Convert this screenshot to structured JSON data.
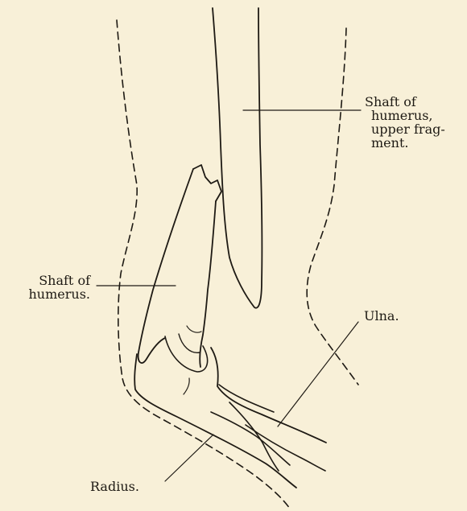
{
  "colors": {
    "paper": "#f8f0d8",
    "ink": "#1e1a14"
  },
  "labels": {
    "upper_fragment": [
      "Shaft of",
      "humerus,",
      "upper frag-",
      "ment."
    ],
    "shaft": [
      "Shaft of",
      "humerus."
    ],
    "ulna": "Ulna.",
    "radius": "Radius."
  }
}
